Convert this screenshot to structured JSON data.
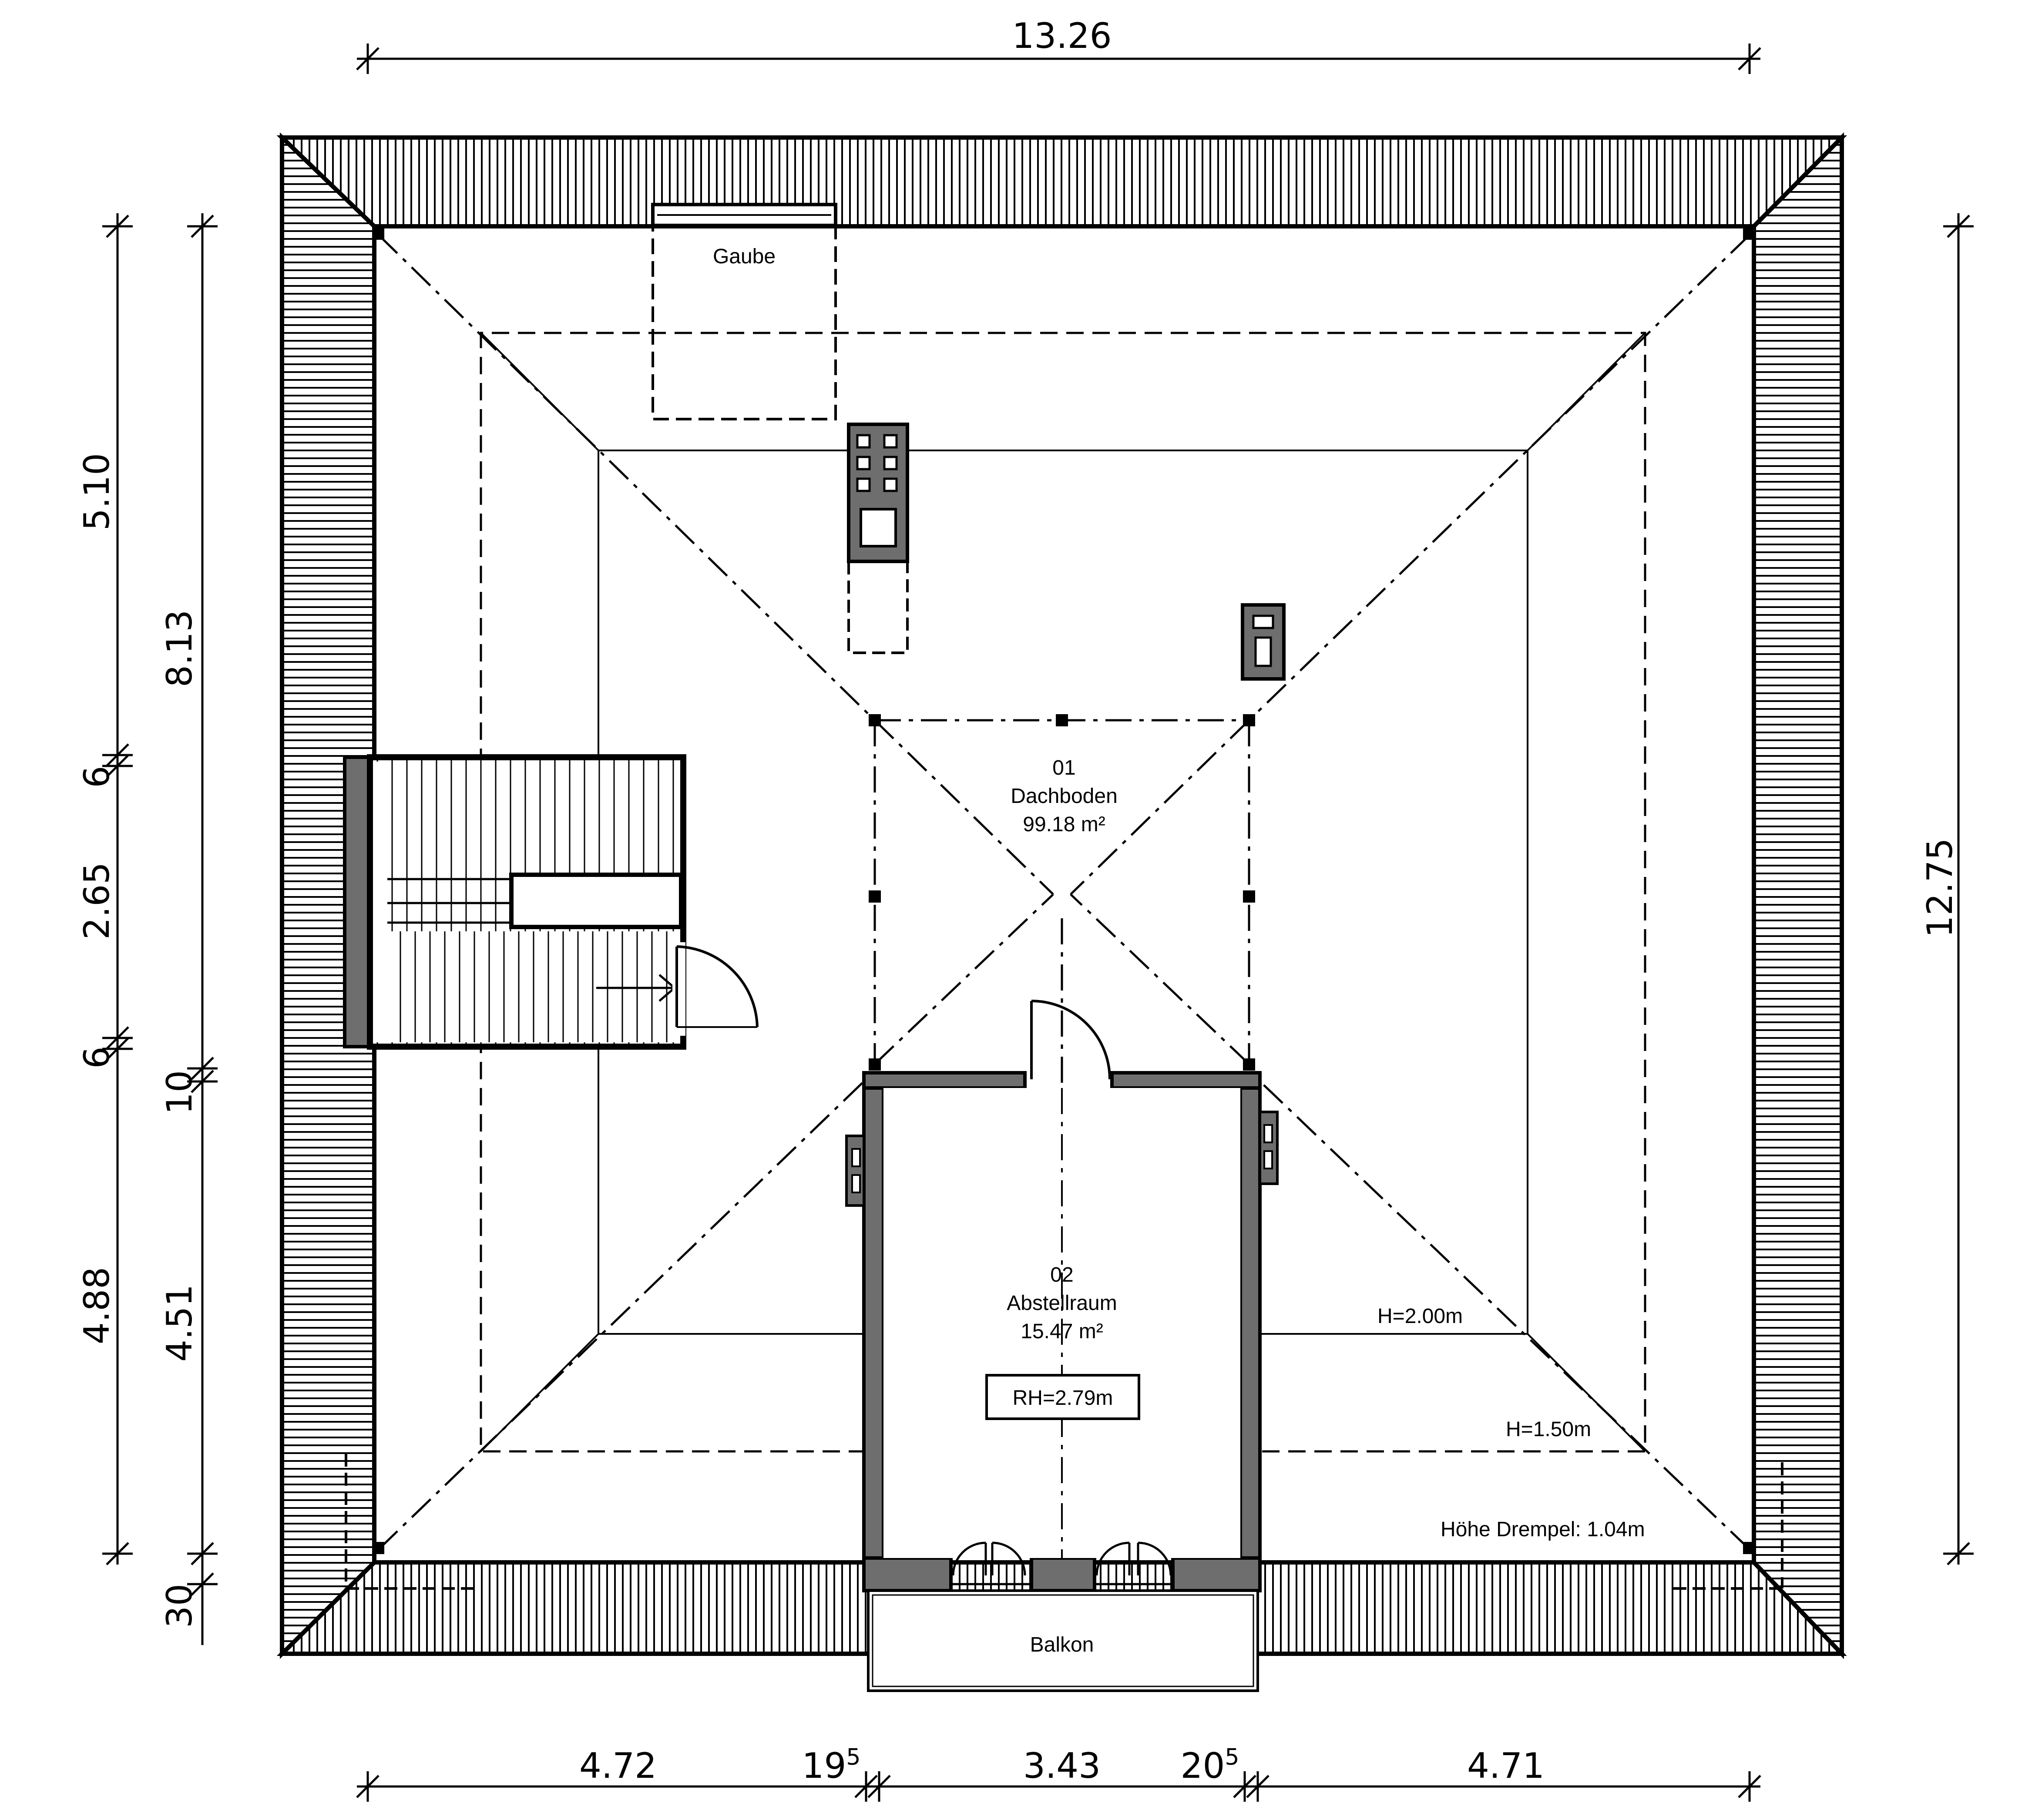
{
  "dimensions": {
    "top_total": "13.26",
    "right_total": "12.75",
    "bottom": {
      "seg1": "4.72",
      "seg2_main": "19",
      "seg2_sup": "5",
      "seg3": "3.43",
      "seg4_main": "20",
      "seg4_sup": "5",
      "seg5": "4.71"
    },
    "left_outer": {
      "a": "5.10",
      "b": "6",
      "c": "2.65",
      "d": "6",
      "e": "4.88"
    },
    "left_inner": {
      "a": "8.13",
      "b": "10",
      "c": "4.51",
      "d": "30"
    }
  },
  "rooms": {
    "dachboden": {
      "number": "01",
      "name": "Dachboden",
      "area": "99.18 m²"
    },
    "abstellraum": {
      "number": "02",
      "name": "Abstellraum",
      "area": "15.47 m²",
      "room_height": "RH=2.79m"
    }
  },
  "labels": {
    "gaube": "Gaube",
    "balkon": "Balkon",
    "h200": "H=2.00m",
    "h150": "H=1.50m",
    "drempel": "Höhe Drempel: 1.04m"
  },
  "colors": {
    "wall_fill": "#6e6e6e",
    "line": "#000000"
  }
}
